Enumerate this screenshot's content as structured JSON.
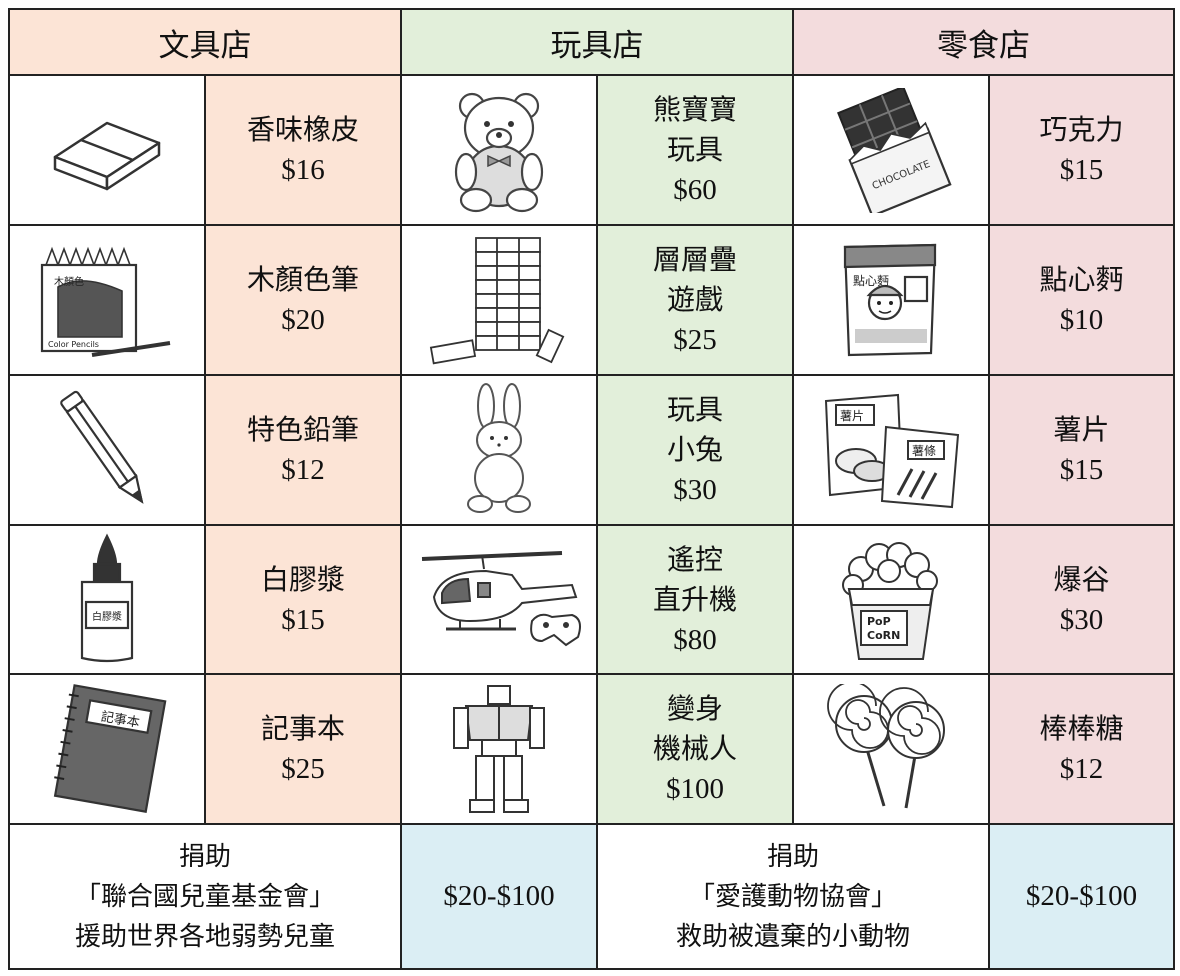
{
  "colors": {
    "stationery_bg": "#fce4d6",
    "toy_bg": "#e2efda",
    "snack_bg": "#f3dcdd",
    "donation_bg": "#dbeef4"
  },
  "headers": [
    "文具店",
    "玩具店",
    "零食店"
  ],
  "rows": [
    {
      "stationery": {
        "icon": "eraser-icon",
        "lines": [
          "香味橡皮"
        ],
        "price": "$16"
      },
      "toy": {
        "icon": "teddy-bear-icon",
        "lines": [
          "熊寶寶",
          "玩具"
        ],
        "price": "$60"
      },
      "snack": {
        "icon": "chocolate-icon",
        "lines": [
          "巧克力"
        ],
        "price": "$15"
      }
    },
    {
      "stationery": {
        "icon": "color-pencils-icon",
        "lines": [
          "木顏色筆"
        ],
        "price": "$20"
      },
      "toy": {
        "icon": "stacking-blocks-icon",
        "lines": [
          "層層疊",
          "遊戲"
        ],
        "price": "$25"
      },
      "snack": {
        "icon": "snack-noodles-icon",
        "lines": [
          "點心麪"
        ],
        "price": "$10"
      }
    },
    {
      "stationery": {
        "icon": "pencil-icon",
        "lines": [
          "特色鉛筆"
        ],
        "price": "$12"
      },
      "toy": {
        "icon": "rabbit-toy-icon",
        "lines": [
          "玩具",
          "小兔"
        ],
        "price": "$30"
      },
      "snack": {
        "icon": "chips-icon",
        "lines": [
          "薯片"
        ],
        "price": "$15"
      }
    },
    {
      "stationery": {
        "icon": "glue-bottle-icon",
        "lines": [
          "白膠漿"
        ],
        "price": "$15"
      },
      "toy": {
        "icon": "helicopter-icon",
        "lines": [
          "遙控",
          "直升機"
        ],
        "price": "$80"
      },
      "snack": {
        "icon": "popcorn-icon",
        "lines": [
          "爆谷"
        ],
        "price": "$30"
      }
    },
    {
      "stationery": {
        "icon": "notebook-icon",
        "lines": [
          "記事本"
        ],
        "price": "$25"
      },
      "toy": {
        "icon": "robot-icon",
        "lines": [
          "變身",
          "機械人"
        ],
        "price": "$100"
      },
      "snack": {
        "icon": "lollipop-icon",
        "lines": [
          "棒棒糖"
        ],
        "price": "$12"
      }
    }
  ],
  "image_labels": {
    "chocolate": "CHOCOLATE",
    "color_pencils_box": "木顏色",
    "color_pencils_caption": "Color Pencils",
    "snack_bag": "點心麪",
    "chips_left": "薯片",
    "chips_right": "薯條",
    "glue_label": "白膠漿",
    "popcorn_top": "PoP",
    "popcorn_bottom": "CoRN",
    "notebook_label": "記事本"
  },
  "donations": [
    {
      "lines": [
        "捐助",
        "「聯合國兒童基金會」",
        "援助世界各地弱勢兒童"
      ],
      "amount": "$20-$100"
    },
    {
      "lines": [
        "捐助",
        "「愛護動物協會」",
        "救助被遺棄的小動物"
      ],
      "amount": "$20-$100"
    }
  ]
}
